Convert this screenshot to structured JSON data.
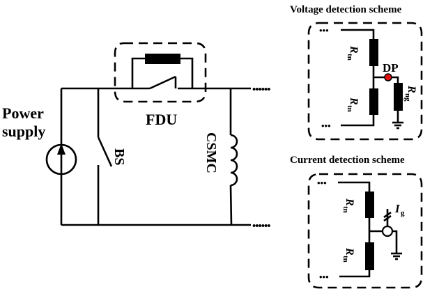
{
  "main_circuit": {
    "power_label_line1": "Power",
    "power_label_line2": "supply",
    "fdu_label": "FDU",
    "bs_label": "BS",
    "csmc_label": "CSMC",
    "continuation_dots": "••••••"
  },
  "voltage_scheme": {
    "title": "Voltage detection scheme",
    "r_top": {
      "main": "R",
      "sub": "tn"
    },
    "r_bottom": {
      "main": "R",
      "sub": "tn"
    },
    "r_ground": {
      "main": "R",
      "sub": "ng"
    },
    "dp_label": "DP",
    "dp_color": "#e01010",
    "dots": "•••"
  },
  "current_scheme": {
    "title": "Current detection scheme",
    "r_top": {
      "main": "R",
      "sub": "tn"
    },
    "r_bottom": {
      "main": "R",
      "sub": "tn"
    },
    "ig_label": {
      "main": "I",
      "sub": "g"
    },
    "dots": "•••"
  }
}
